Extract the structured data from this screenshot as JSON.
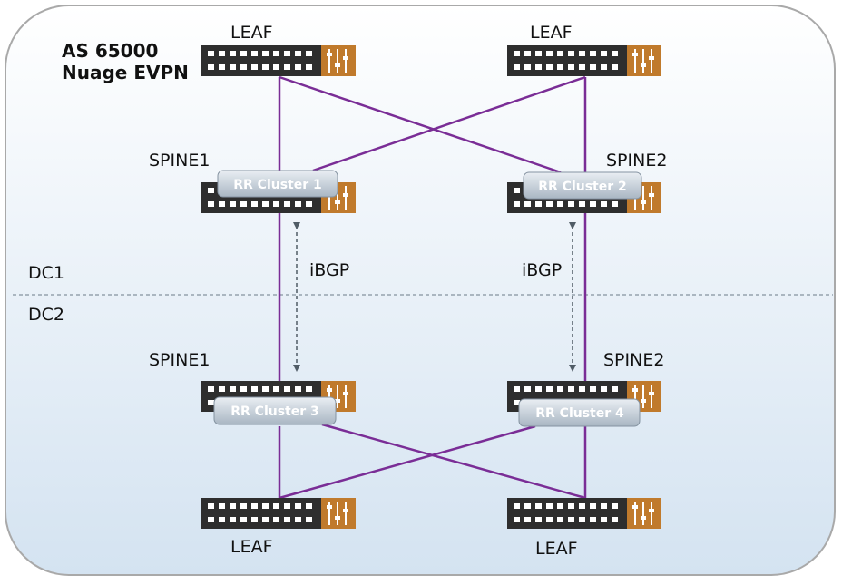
{
  "diagram": {
    "title_line1": "AS 65000",
    "title_line2": "Nuage EVPN",
    "dc1": "DC1",
    "dc2": "DC2",
    "colors": {
      "background_top": "#ffffff",
      "background_bottom": "#d4e3f1",
      "border": "#a9a9a9",
      "link": "#7a2d96",
      "switch_body": "#2e2e2e",
      "switch_panel": "#c07a2c",
      "rr_badge": "#b9c4d0",
      "ibgp_arrow": "#505c66"
    },
    "nodes": {
      "dc1_leaf_left": "LEAF",
      "dc1_leaf_right": "LEAF",
      "dc1_spine_left": "SPINE1",
      "dc1_spine_right": "SPINE2",
      "dc2_spine_left": "SPINE1",
      "dc2_spine_right": "SPINE2",
      "dc2_leaf_left": "LEAF",
      "dc2_leaf_right": "LEAF"
    },
    "rr_clusters": {
      "c1": "RR Cluster 1",
      "c2": "RR Cluster 2",
      "c3": "RR Cluster 3",
      "c4": "RR Cluster 4"
    },
    "ibgp_left": "iBGP",
    "ibgp_right": "iBGP"
  }
}
